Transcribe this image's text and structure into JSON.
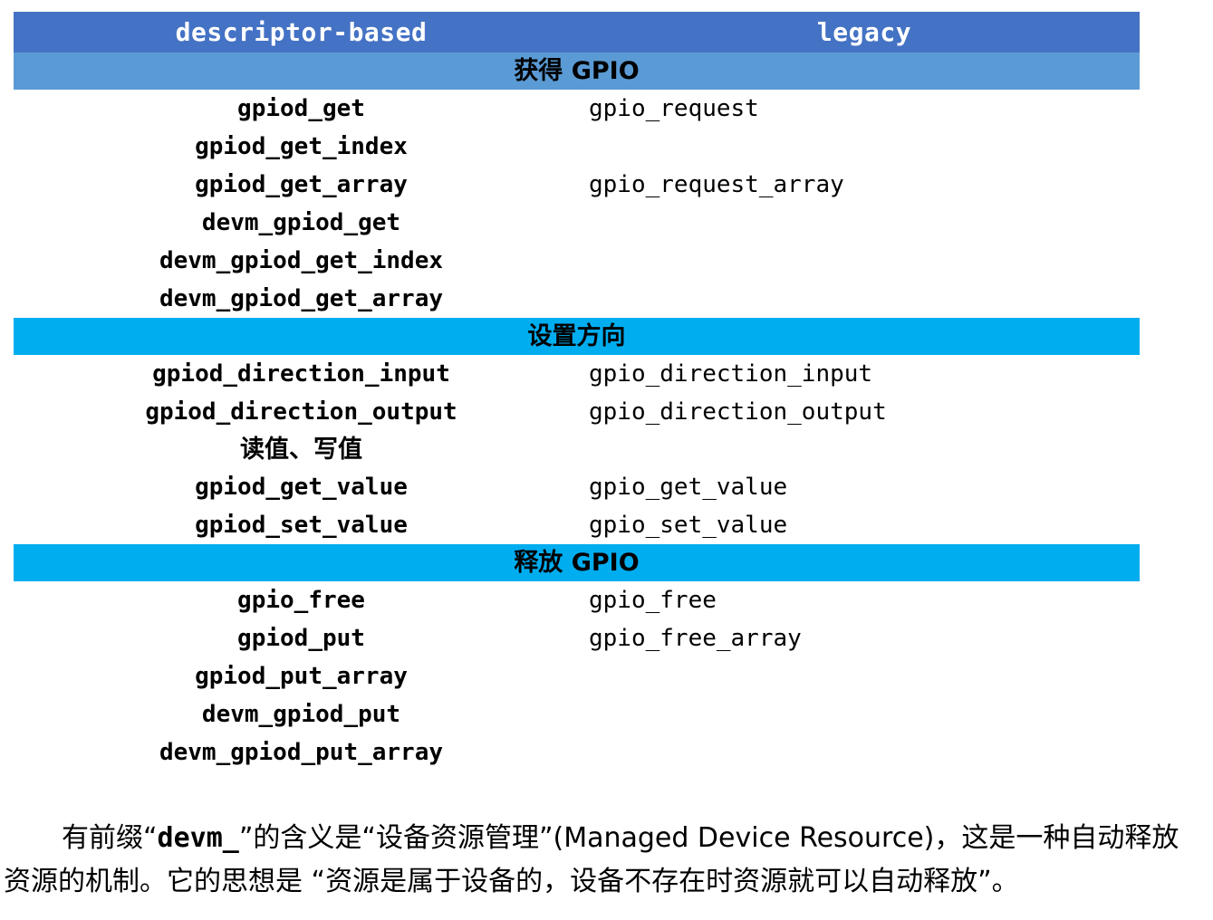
{
  "table": {
    "columns": [
      {
        "key": "descriptor",
        "label": "descriptor-based"
      },
      {
        "key": "legacy",
        "label": "legacy"
      }
    ],
    "colors": {
      "header_background": "#4472C4",
      "header_text": "#FFFFFF",
      "section_light_background": "#5B9BD5",
      "section_cyan_background": "#00ADEF",
      "row_background": "#FFFFFF",
      "border": "#000000",
      "text": "#000000"
    },
    "sections": [
      {
        "title": "获得 GPIO",
        "tone": "light",
        "rows": [
          {
            "descriptor": "gpiod_get",
            "legacy": "gpio_request"
          },
          {
            "descriptor": "gpiod_get_index",
            "legacy": ""
          },
          {
            "descriptor": "gpiod_get_array",
            "legacy": "gpio_request_array"
          },
          {
            "descriptor": "devm_gpiod_get",
            "legacy": ""
          },
          {
            "descriptor": "devm_gpiod_get_index",
            "legacy": ""
          },
          {
            "descriptor": "devm_gpiod_get_array",
            "legacy": ""
          }
        ]
      },
      {
        "title": "设置方向",
        "tone": "cyan",
        "rows": [
          {
            "descriptor": "gpiod_direction_input",
            "legacy": "gpio_direction_input"
          },
          {
            "descriptor": "gpiod_direction_output",
            "legacy": "gpio_direction_output"
          }
        ]
      },
      {
        "title": "读值、写值",
        "tone": "plain",
        "rows": [
          {
            "descriptor": "gpiod_get_value",
            "legacy": "gpio_get_value"
          },
          {
            "descriptor": "gpiod_set_value",
            "legacy": "gpio_set_value"
          }
        ]
      },
      {
        "title": "释放 GPIO",
        "tone": "cyan",
        "rows": [
          {
            "descriptor": "gpio_free",
            "legacy": "gpio_free"
          },
          {
            "descriptor": "gpiod_put",
            "legacy": "gpio_free_array"
          },
          {
            "descriptor": "gpiod_put_array",
            "legacy": ""
          },
          {
            "descriptor": "devm_gpiod_put",
            "legacy": ""
          },
          {
            "descriptor": "devm_gpiod_put_array",
            "legacy": ""
          }
        ]
      }
    ]
  },
  "paragraph": {
    "segments": [
      {
        "text": "有前缀“",
        "mono": false
      },
      {
        "text": "devm_",
        "mono": true
      },
      {
        "text": "”的含义是“设备资源管理”(Managed Device Resource)，这是一种自动释放资源的机制。它的思想是 “资源是属于设备的，设备不存在时资源就可以自动释放”。",
        "mono": false
      }
    ]
  }
}
